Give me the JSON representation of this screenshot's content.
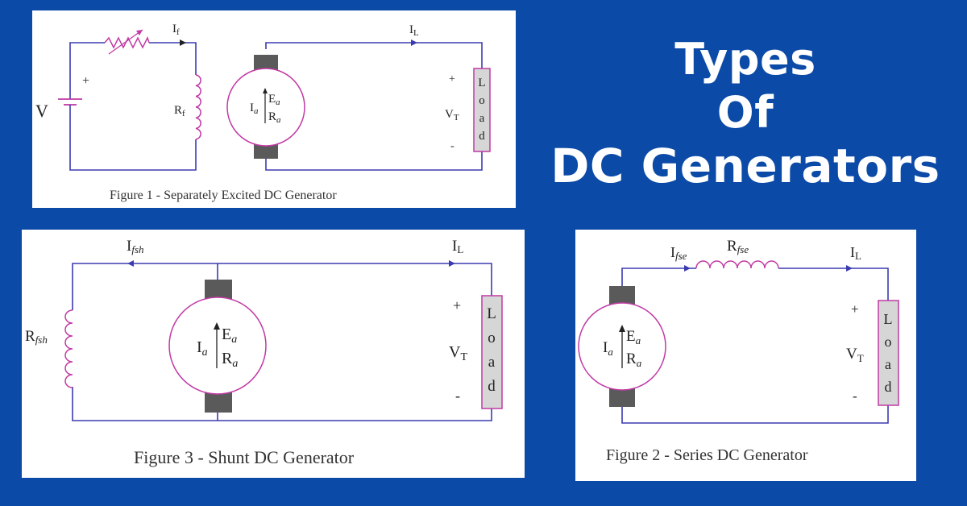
{
  "header": {
    "title_line1": "Types",
    "title_line2": "Of",
    "title_line3": "DC Generators"
  },
  "colors": {
    "background": "#0b4aa7",
    "wire": "#3b3bb0",
    "coil": "#c13aa5",
    "brush": "#5a5a5a",
    "load_fill": "#d6d6d6"
  },
  "fig1": {
    "caption": "Figure 1 - Separately Excited DC Generator",
    "label_V": "V",
    "label_plus": "+",
    "label_If": "I",
    "label_If_sub": "f",
    "label_Rf": "R",
    "label_Rf_sub": "f",
    "label_IL": "I",
    "label_IL_sub": "L",
    "label_Ia": "I",
    "label_Ia_sub": "a",
    "label_Ea": "E",
    "label_Ea_sub": "a",
    "label_Ra": "R",
    "label_Ra_sub": "a",
    "label_VT": "V",
    "label_VT_sub": "T",
    "label_vplus": "+",
    "label_vminus": "-",
    "load_l": "L",
    "load_o": "o",
    "load_a": "a",
    "load_d": "d"
  },
  "fig2": {
    "caption": "Figure 2 - Series DC Generator",
    "label_Ifse": "I",
    "label_Ifse_sub": "fse",
    "label_Rfse": "R",
    "label_Rfse_sub": "fse",
    "label_IL": "I",
    "label_IL_sub": "L",
    "label_Ia": "I",
    "label_Ia_sub": "a",
    "label_Ea": "E",
    "label_Ea_sub": "a",
    "label_Ra": "R",
    "label_Ra_sub": "a",
    "label_VT": "V",
    "label_VT_sub": "T",
    "label_vplus": "+",
    "label_vminus": "-",
    "load_l": "L",
    "load_o": "o",
    "load_a": "a",
    "load_d": "d"
  },
  "fig3": {
    "caption": "Figure 3 - Shunt DC Generator",
    "label_Ifsh": "I",
    "label_Ifsh_sub": "fsh",
    "label_Rfsh": "R",
    "label_Rfsh_sub": "fsh",
    "label_IL": "I",
    "label_IL_sub": "L",
    "label_Ia": "I",
    "label_Ia_sub": "a",
    "label_Ea": "E",
    "label_Ea_sub": "a",
    "label_Ra": "R",
    "label_Ra_sub": "a",
    "label_VT": "V",
    "label_VT_sub": "T",
    "label_vplus": "+",
    "label_vminus": "-",
    "load_l": "L",
    "load_o": "o",
    "load_a": "a",
    "load_d": "d"
  }
}
